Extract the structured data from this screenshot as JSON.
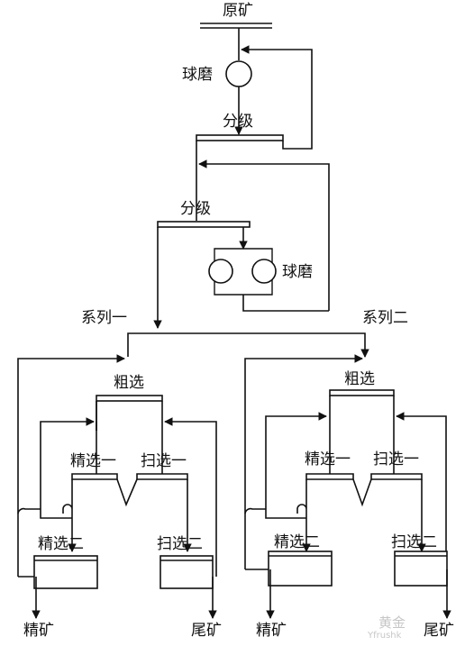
{
  "flowsheet": {
    "ore": "原矿",
    "mill_1": "球磨",
    "classifier_1": "分级",
    "classifier_2": "分级",
    "mill_2": "球磨",
    "series_1": {
      "name": "系列一",
      "rougher": "粗选",
      "cleaner_1": "精选一",
      "scavenger_1": "扫选一",
      "cleaner_2": "精选二",
      "scavenger_2": "扫选二",
      "concentrate": "精矿",
      "tailings": "尾矿"
    },
    "series_2": {
      "name": "系列二",
      "rougher": "粗选",
      "cleaner_1": "精选一",
      "scavenger_1": "扫选一",
      "cleaner_2": "精选二",
      "scavenger_2": "扫选二",
      "concentrate": "精矿",
      "tailings": "尾矿"
    }
  },
  "watermark": {
    "text": "黄金",
    "subtext": "Yfrushk"
  }
}
